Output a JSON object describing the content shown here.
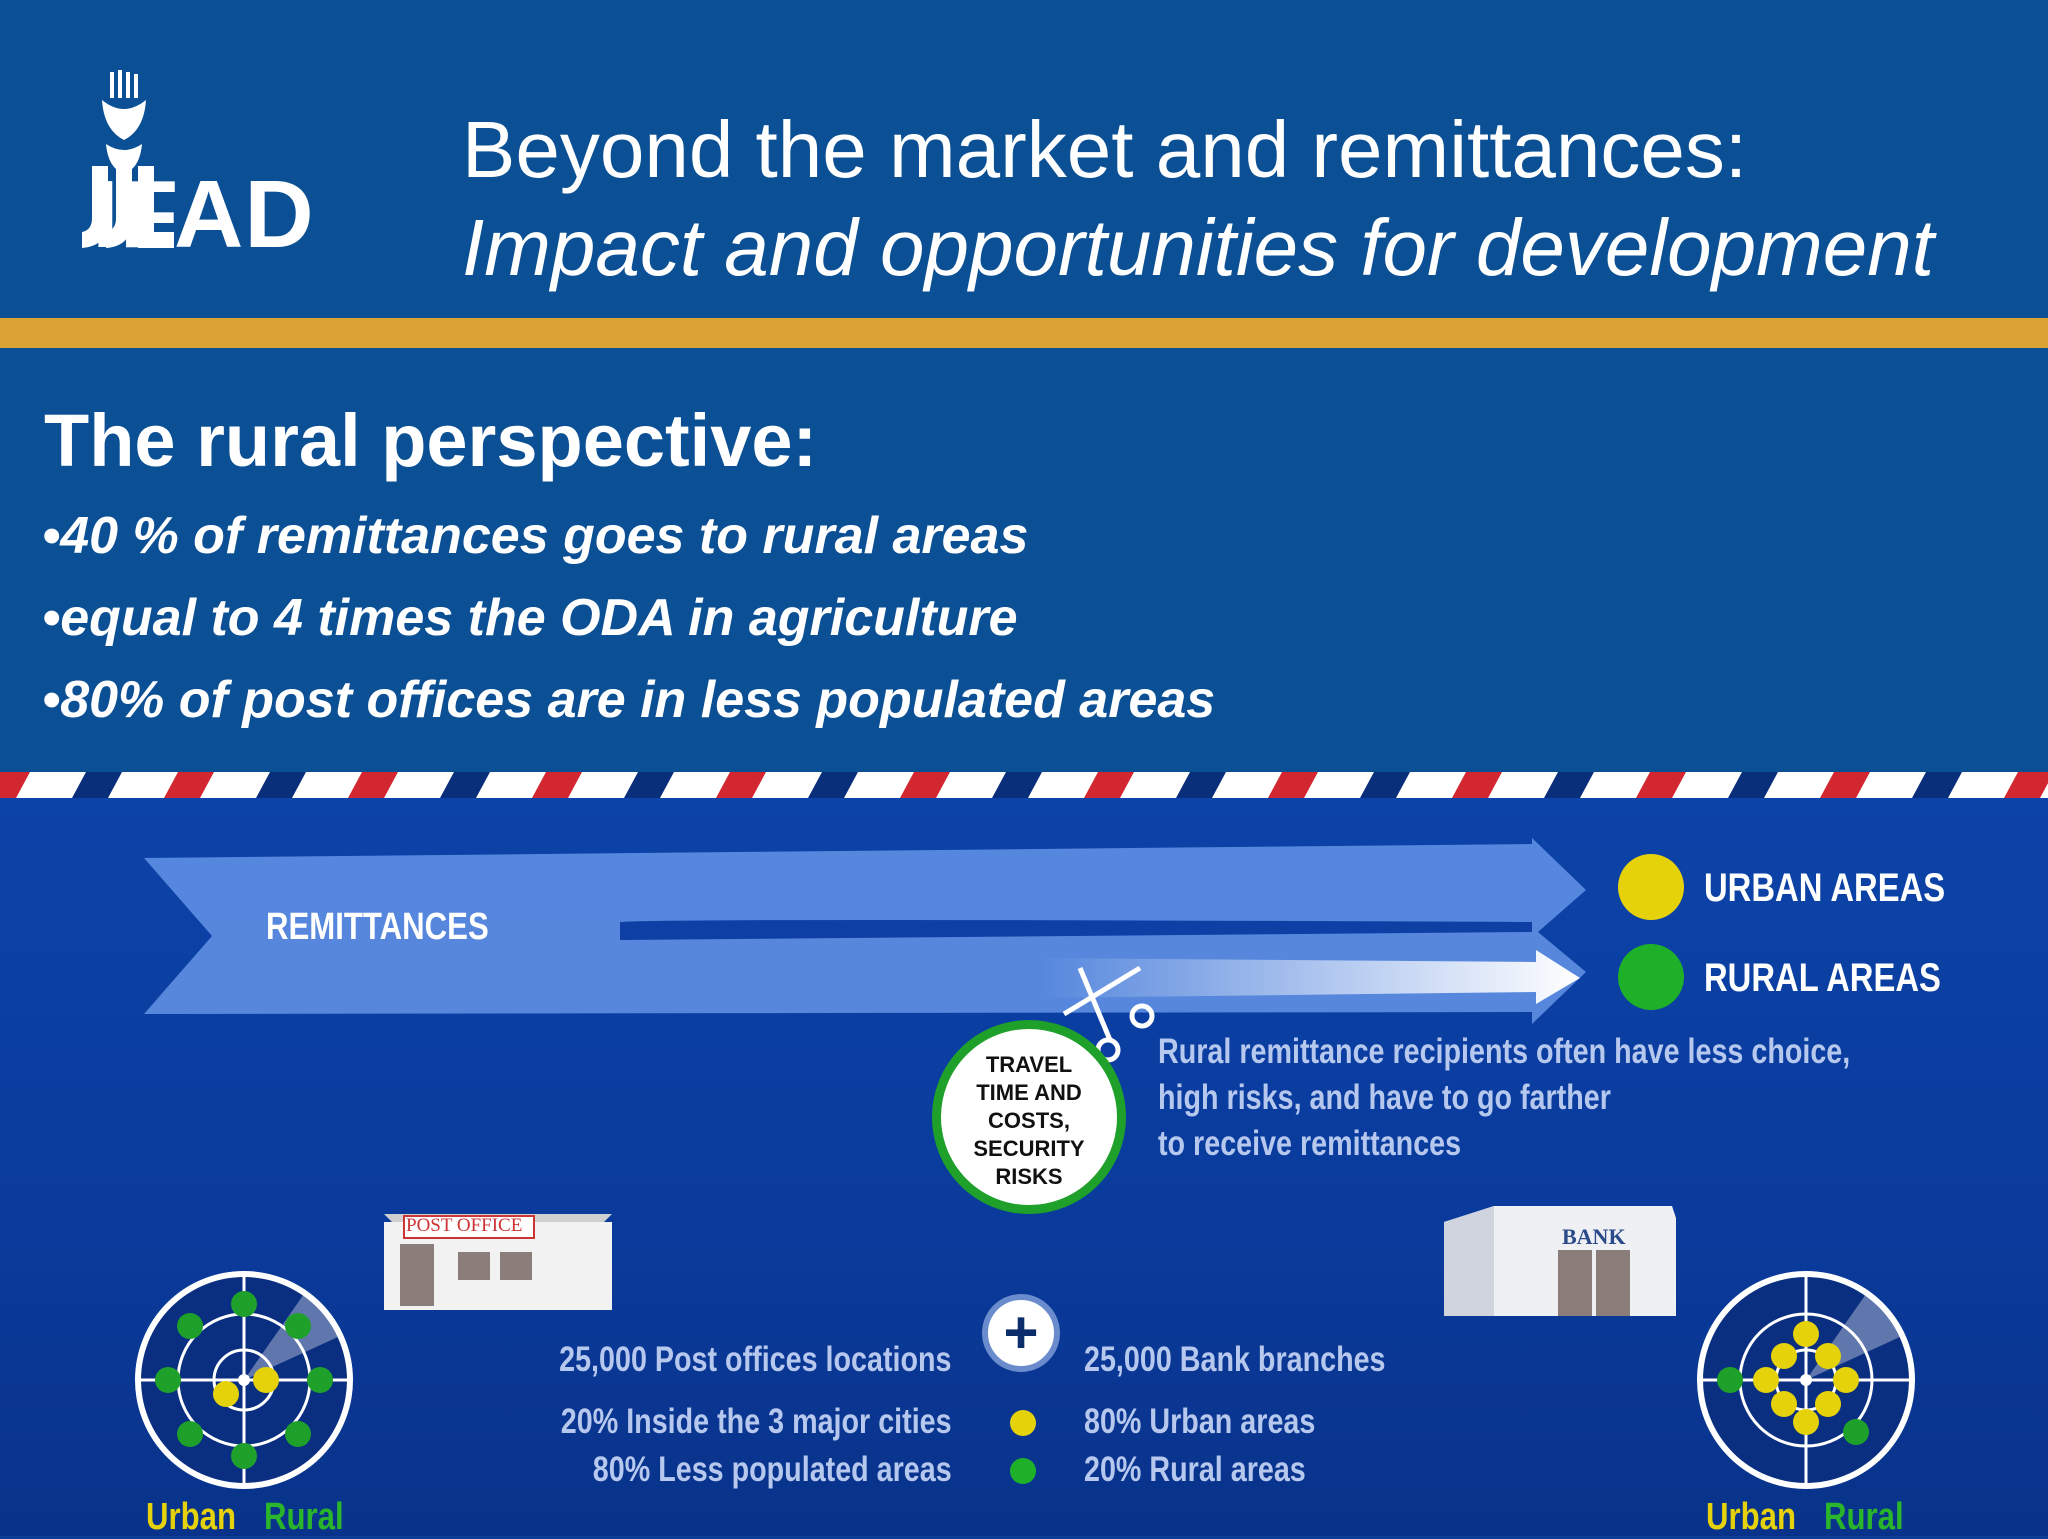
{
  "header": {
    "logo_text": "IFAD",
    "title_line1": "Beyond the market and remittances:",
    "title_line2": "Impact and opportunities for development"
  },
  "section": {
    "title": "The rural perspective:",
    "bullets": [
      "•40 % of remittances goes to rural areas",
      "•equal to 4 times the ODA in agriculture",
      "•80% of post offices are in less populated areas"
    ]
  },
  "infographic": {
    "arrow_label": "REMITTANCES",
    "legend": {
      "urban": "URBAN AREAS",
      "rural": "RURAL AREAS"
    },
    "travel_badge": [
      "TRAVEL",
      "TIME AND",
      "COSTS,",
      "SECURITY",
      "RISKS"
    ],
    "rural_note": [
      "Rural remittance recipients often have less choice,",
      "high risks, and have to go farther",
      "to receive remittances"
    ],
    "post_office": {
      "sign": "POST OFFICE",
      "count": "25,000 Post offices locations",
      "urban": "20% Inside the 3 major cities",
      "rural": "80% Less populated areas"
    },
    "bank": {
      "sign": "BANK",
      "count": "25,000 Bank branches",
      "urban": "80% Urban areas",
      "rural": "20% Rural areas"
    },
    "radar_labels": {
      "urban": "Urban",
      "rural": "Rural"
    }
  },
  "colors": {
    "header_blue": "#0b4f95",
    "gold": "#d9a233",
    "urban_yellow": "#e6d20a",
    "rural_green": "#1fa02a"
  }
}
